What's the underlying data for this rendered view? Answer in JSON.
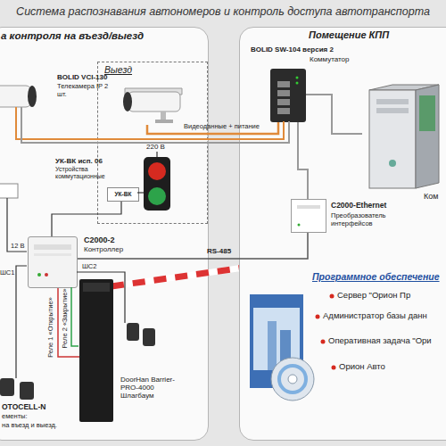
{
  "diagram": {
    "title": "Система распознавания автономеров и контроль доступа автотранспорта",
    "nodes": [
      {
        "text": [
          "а контроля на въезд/выезд"
        ]
      },
      {
        "text": [
          "Выезд"
        ],
        "in": 0
      },
      {
        "text": [
          "BOLID VCI-130",
          "Телекамера IP 2 шт."
        ],
        "in": 1
      },
      {
        "text": [
          "УК-ВК"
        ],
        "in": 1
      },
      {
        "text": [
          "С2000-2",
          "Контроллер"
        ],
        "in": 0
      },
      {
        "text": [
          "DoorHan Barrier-PRO-4000 Шлагбаум"
        ],
        "in": 0
      },
      {
        "text": [
          "Помещение КПП"
        ]
      },
      {
        "text": [
          "BOLID SW-104 версия 2",
          "Коммутатор"
        ],
        "in": 6
      },
      {
        "text": [
          "Ком"
        ],
        "in": 6
      },
      {
        "text": [
          "С2000-Ethernet",
          "Преобразователь интерфейсов"
        ],
        "in": 6
      }
    ],
    "edges": [
      {
        "from": 2,
        "to": 7,
        "arrow": "none",
        "label": "Видеоданные + питание"
      },
      {
        "from": 7,
        "to": 8,
        "arrow": "none"
      },
      {
        "from": 9,
        "to": 7,
        "arrow": "none"
      },
      {
        "from": 4,
        "to": 9,
        "arrow": "none",
        "label": "RS-485"
      },
      {
        "from": 4,
        "to": 3,
        "arrow": "none"
      },
      {
        "from": 4,
        "to": 5,
        "arrow": "none"
      }
    ],
    "labels": [
      "УК-ВК исп. 06",
      "Устройства коммутационные",
      "220 В",
      "12 В",
      "ШС1",
      "ШС2",
      "Реле 1 «Открытие»",
      "Реле 2 «Закрытие»",
      "OTOCELL-N",
      "ементы:",
      "на въезд и выезд.",
      "Программное обеспечение",
      "Сервер \"Орион Пр",
      "Администратор базы данн",
      "Оперативная задача \"Ори",
      "Орион Авто"
    ]
  }
}
